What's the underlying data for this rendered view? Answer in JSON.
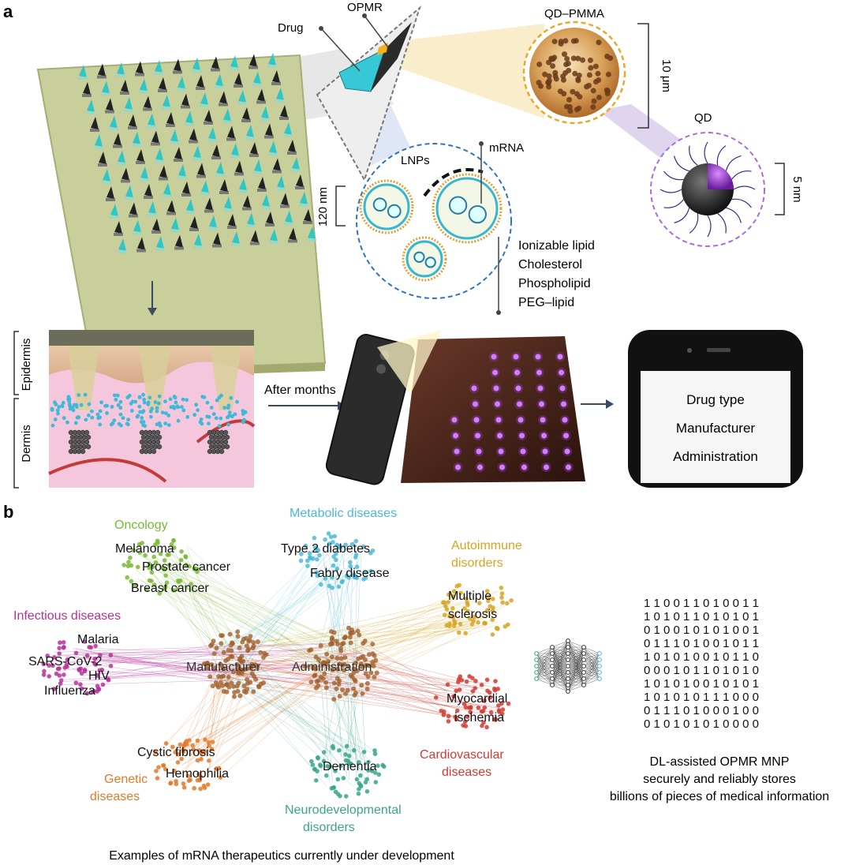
{
  "panel_a": {
    "label": "a",
    "drug": "Drug",
    "opmr": "OPMR",
    "qd_pmma": "QD–PMMA",
    "scale_10um": "10 μm",
    "qd": "QD",
    "scale_5nm": "5 nm",
    "mrna": "mRNA",
    "lnps": "LNPs",
    "scale_120nm": "120 nm",
    "lipids": [
      "Ionizable lipid",
      "Cholesterol",
      "Phospholipid",
      "PEG–lipid"
    ],
    "epidermis": "Epidermis",
    "dermis": "Dermis",
    "after_months": "After months",
    "phone_lines": [
      "Drug type",
      "Manufacturer",
      "Administration"
    ]
  },
  "panel_b": {
    "label": "b",
    "hubs": [
      "Manufacturer",
      "Administration"
    ],
    "categories": {
      "oncology": "Oncology",
      "metabolic": "Metabolic diseases",
      "autoimmune": [
        "Autoimmune",
        "disorders"
      ],
      "infectious": "Infectious diseases",
      "cardiovascular": [
        "Cardiovascular",
        "diseases"
      ],
      "genetic": [
        "Genetic",
        "diseases"
      ],
      "neuro": [
        "Neurodevelopmental",
        "disorders"
      ]
    },
    "diseases": {
      "melanoma": "Melanoma",
      "prostate": "Prostate cancer",
      "breast": "Breast cancer",
      "t2d": "Type 2 diabetes",
      "fabry": "Fabry disease",
      "ms": [
        "Multiple",
        "sclerosis"
      ],
      "malaria": "Malaria",
      "sars": "SARS-CoV-2",
      "hiv": "HIV",
      "influenza": "Influenza",
      "myocardial": [
        "Myocardial",
        "ischemia"
      ],
      "cystic": "Cystic fibrosis",
      "hemophilia": "Hemophilia",
      "dementia": "Dementia"
    },
    "binary_rows": [
      "1 1 0 0 1 1 0 1 0 0 1 1",
      "1 0 1 0 1 1 0 1 0 1 0 1",
      "0 1 0 0 1 0 1 0 1 0 0 1",
      "0 1 1 1 0 1 0 0 1 0 1 1",
      "1 0 1 0 1 0 0 1 0 1 1 0",
      "0 0 0 1 0 1 1 0 1 0 1 0",
      "1 0 1 0 1 0 0 1 0 1 0 1",
      "1 0 1 0 1 0 1 1 1 0 0 0",
      "0 1 1 1 0 1 0 0 0 1 0 0",
      "0 1 0 1 0 1 0 1 0 0 0 0"
    ],
    "dl_caption": [
      "DL-assisted OPMR MNP",
      "securely and reliably stores",
      "billions of pieces of medical information"
    ],
    "bottom_caption": "Examples of mRNA therapeutics currently under development"
  },
  "colors": {
    "oncology": "#7ab934",
    "metabolic": "#4cb8d8",
    "autoimmune": "#d7a422",
    "infectious": "#b7309a",
    "cardiovascular": "#cf3b32",
    "genetic": "#e07a2a",
    "neuro": "#3aa589",
    "teal": "#2fc6c6",
    "purple": "#9b3fd6"
  }
}
